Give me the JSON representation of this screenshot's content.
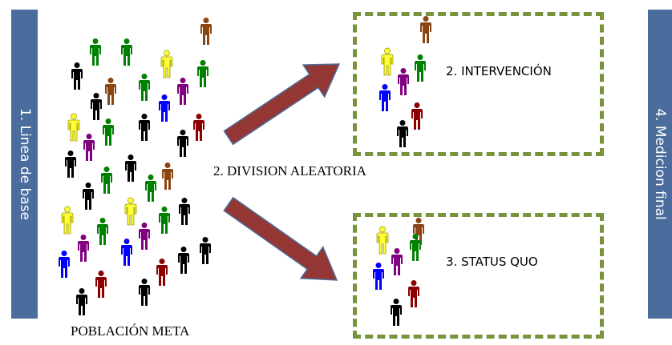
{
  "baseline_label": "1. Linea de base",
  "final_label": "4. Medicion final",
  "population_label": "POBLACIÓN META",
  "division_label": "2. DIVISION ALEATORIA",
  "intervention_label": "2. INTERVENCIÓN",
  "status_quo_label": "3. STATUS QUO",
  "colors": {
    "bar": "#4a6d9e",
    "dashed_border": "#77933c",
    "arrow_fill": "#943634",
    "arrow_stroke": "#4a6d9e",
    "person_black": "#000000",
    "person_green": "#008000",
    "person_brown": "#8b4513",
    "person_yellow": "#ffff33",
    "person_purple": "#800080",
    "person_blue": "#0000ff",
    "person_darkred": "#8b0000"
  }
}
